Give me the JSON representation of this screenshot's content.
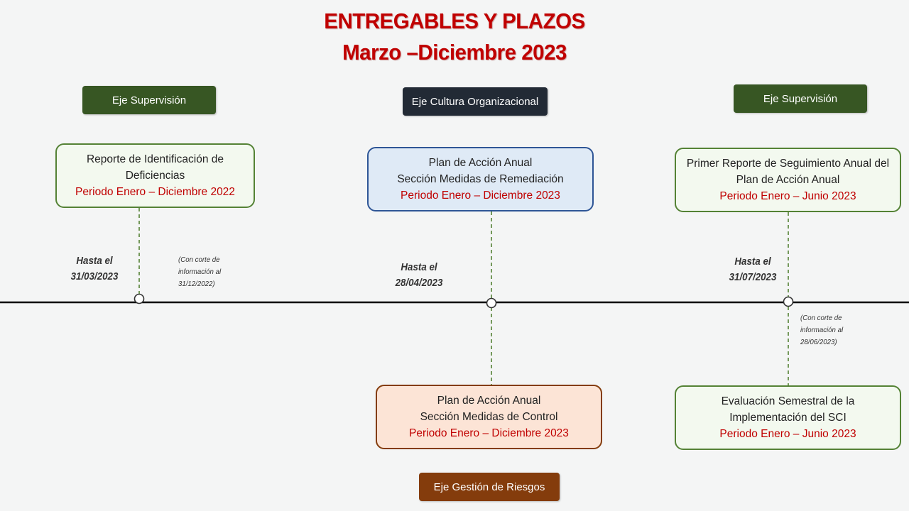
{
  "header": {
    "title_line1": "ENTREGABLES Y PLAZOS",
    "title_line2": "Marzo –Diciembre 2023"
  },
  "axes": {
    "supervision_left": "Eje Supervisión",
    "cultura": "Eje Cultura Organizacional",
    "supervision_right": "Eje Supervisión",
    "riesgos": "Eje Gestión de Riesgos"
  },
  "deliverables": {
    "reporte_identificacion": {
      "line1": "Reporte de Identificación de",
      "line2": "Deficiencias",
      "period": "Periodo Enero – Diciembre 2022"
    },
    "plan_remediacion": {
      "line1": "Plan de Acción Anual",
      "line2": "Sección Medidas de Remediación",
      "period": "Periodo Enero – Diciembre 2023"
    },
    "primer_reporte": {
      "line1": "Primer Reporte de Seguimiento Anual del",
      "line2": "Plan de Acción Anual",
      "period": "Periodo Enero – Junio 2023"
    },
    "plan_control": {
      "line1": "Plan de Acción Anual",
      "line2": "Sección Medidas de Control",
      "period": "Periodo Enero – Diciembre 2023"
    },
    "evaluacion_semestral": {
      "line1": "Evaluación Semestral de la",
      "line2": "Implementación del SCI",
      "period": "Periodo Enero – Junio 2023"
    }
  },
  "deadlines": {
    "d1": {
      "line1": "Hasta el",
      "line2": "31/03/2023"
    },
    "d2": {
      "line1": "Hasta el",
      "line2": "28/04/2023"
    },
    "d3": {
      "line1": "Hasta el",
      "line2": "31/07/2023"
    }
  },
  "notes": {
    "n1": {
      "line1": "(Con corte de",
      "line2": "información al",
      "line3": "31/12/2022)"
    },
    "n2": {
      "line1": "(Con corte de",
      "line2": "información al",
      "line3": "28/06/2023)"
    }
  },
  "colors": {
    "title": "#c00000",
    "axis_green": "#375623",
    "axis_dark": "#222a35",
    "axis_brown": "#843c0c",
    "connector": "#548235"
  }
}
